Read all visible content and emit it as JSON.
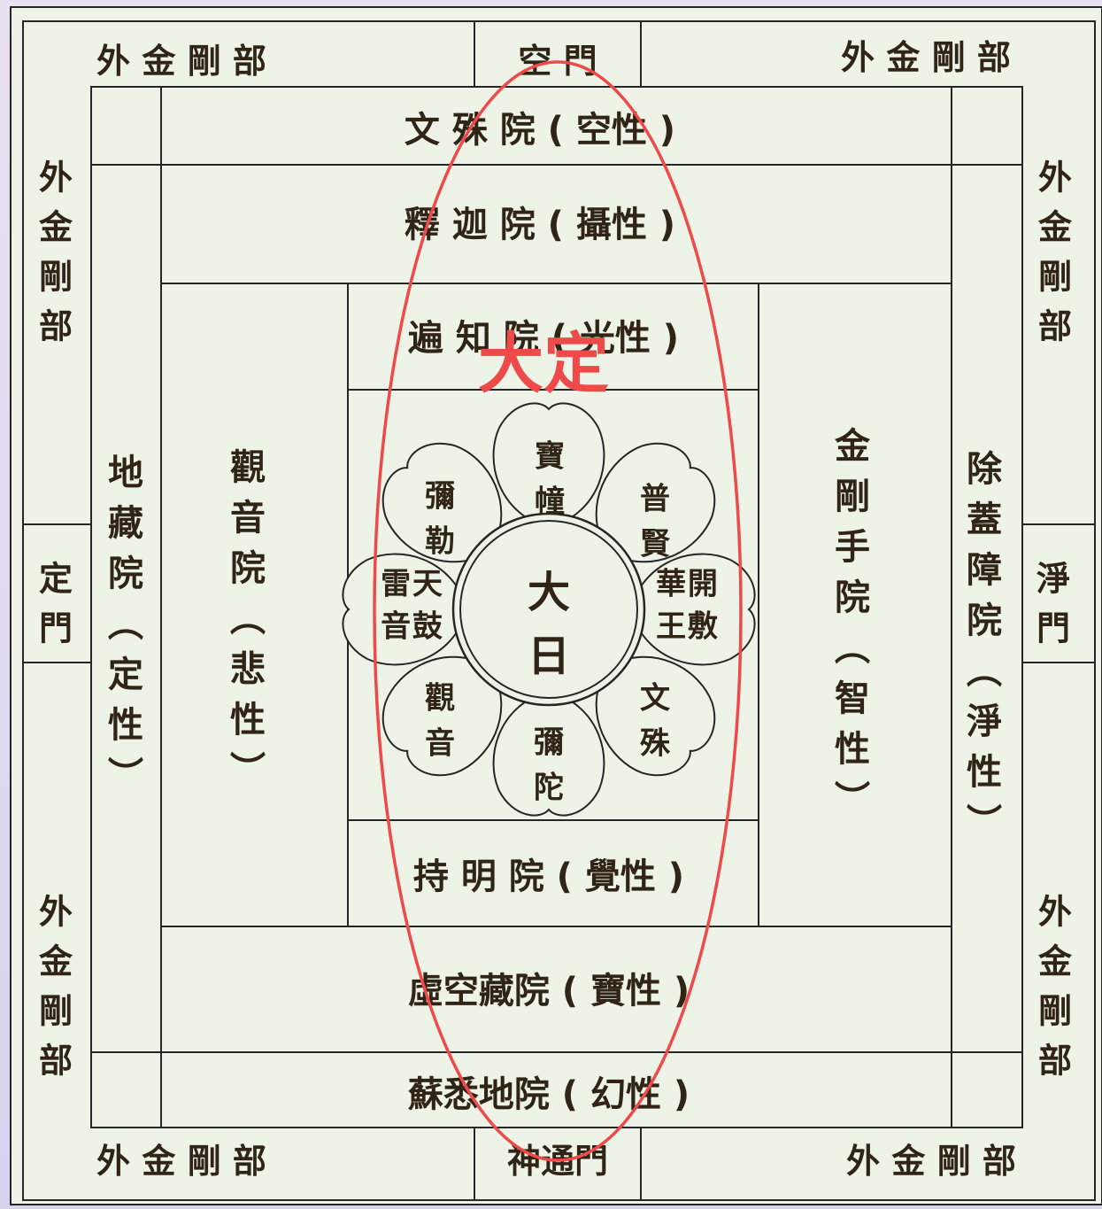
{
  "colors": {
    "background_paper": "#edf3e6",
    "line": "#262626",
    "text": "#2f2416",
    "annotation_red": "#ef4a4a"
  },
  "outer": {
    "top_left": "外 金 剛 部",
    "top_right": "外 金 剛 部",
    "bottom_left": "外 金 剛 部",
    "bottom_right": "外 金 剛 部",
    "left_top": "外金剛部",
    "left_bottom": "外金剛部",
    "right_top": "外金剛部",
    "right_bottom": "外金剛部"
  },
  "gates": {
    "top": "空 門",
    "bottom": "神通門",
    "left": "定門",
    "right": "淨門"
  },
  "courts": {
    "wenshu": "文 殊 院 ( 空性 )",
    "shijia": "釋 迦 院 ( 攝性 )",
    "bianzhi": "遍 知 院 ( 光性 )",
    "chiming": "持 明 院 ( 覺性 )",
    "xukongzang": "虛空藏院 ( 寶性 )",
    "suxidi": "蘇悉地院 ( 幻性 )",
    "dizang": "地藏院︵定性︶",
    "guanyin": "觀音院︵悲性︶",
    "jingangshou": "金剛手院︵智性︶",
    "chugaizhang": "除蓋障院︵淨性︶"
  },
  "lotus": {
    "center": "大日",
    "petals": {
      "top": "寶幢",
      "top_right": "普賢",
      "right": "開敷華王",
      "bottom_right": "文殊",
      "bottom": "彌陀",
      "bottom_left": "觀音",
      "left": "天鼓雷音",
      "top_left": "彌勒"
    }
  },
  "annotation": {
    "label": "大定"
  }
}
